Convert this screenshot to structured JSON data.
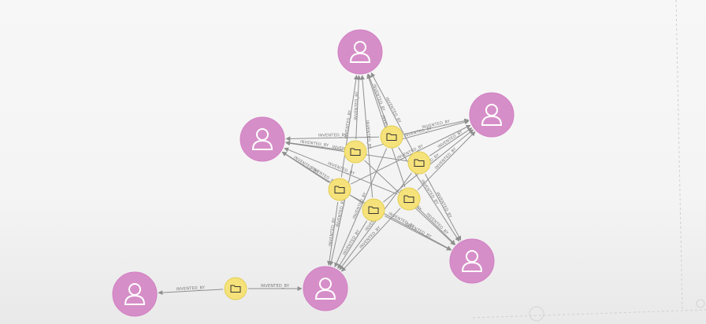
{
  "graph": {
    "relationship_label": "INVENTED_BY",
    "colors": {
      "person_node": "#d68ec8",
      "item_node": "#f6e27a",
      "edge": "#8f8f8f",
      "label": "#777777"
    },
    "icons": {
      "person_node": "person-icon",
      "item_node": "folder-icon"
    },
    "person_nodes": [
      {
        "id": "p-top"
      },
      {
        "id": "p-right"
      },
      {
        "id": "p-left"
      },
      {
        "id": "p-bottom-right"
      },
      {
        "id": "p-bottom-center"
      },
      {
        "id": "p-far-left"
      }
    ],
    "item_nodes": [
      {
        "id": "i-1"
      },
      {
        "id": "i-2"
      },
      {
        "id": "i-3"
      },
      {
        "id": "i-4"
      },
      {
        "id": "i-5"
      },
      {
        "id": "i-6"
      },
      {
        "id": "i-7"
      }
    ],
    "edges": [
      {
        "from": "i-1",
        "to": "p-top"
      },
      {
        "from": "i-1",
        "to": "p-right"
      },
      {
        "from": "i-1",
        "to": "p-left"
      },
      {
        "from": "i-1",
        "to": "p-bottom-right"
      },
      {
        "from": "i-1",
        "to": "p-bottom-center"
      },
      {
        "from": "i-2",
        "to": "p-top"
      },
      {
        "from": "i-2",
        "to": "p-right"
      },
      {
        "from": "i-2",
        "to": "p-left"
      },
      {
        "from": "i-2",
        "to": "p-bottom-right"
      },
      {
        "from": "i-2",
        "to": "p-bottom-center"
      },
      {
        "from": "i-3",
        "to": "p-top"
      },
      {
        "from": "i-3",
        "to": "p-right"
      },
      {
        "from": "i-3",
        "to": "p-left"
      },
      {
        "from": "i-3",
        "to": "p-bottom-right"
      },
      {
        "from": "i-3",
        "to": "p-bottom-center"
      },
      {
        "from": "i-4",
        "to": "p-top"
      },
      {
        "from": "i-4",
        "to": "p-right"
      },
      {
        "from": "i-4",
        "to": "p-left"
      },
      {
        "from": "i-4",
        "to": "p-bottom-right"
      },
      {
        "from": "i-4",
        "to": "p-bottom-center"
      },
      {
        "from": "i-5",
        "to": "p-top"
      },
      {
        "from": "i-5",
        "to": "p-right"
      },
      {
        "from": "i-5",
        "to": "p-left"
      },
      {
        "from": "i-5",
        "to": "p-bottom-right"
      },
      {
        "from": "i-5",
        "to": "p-bottom-center"
      },
      {
        "from": "i-6",
        "to": "p-top"
      },
      {
        "from": "i-6",
        "to": "p-right"
      },
      {
        "from": "i-6",
        "to": "p-left"
      },
      {
        "from": "i-6",
        "to": "p-bottom-right"
      },
      {
        "from": "i-6",
        "to": "p-bottom-center"
      },
      {
        "from": "i-7",
        "to": "p-far-left"
      },
      {
        "from": "i-7",
        "to": "p-bottom-center"
      }
    ]
  }
}
